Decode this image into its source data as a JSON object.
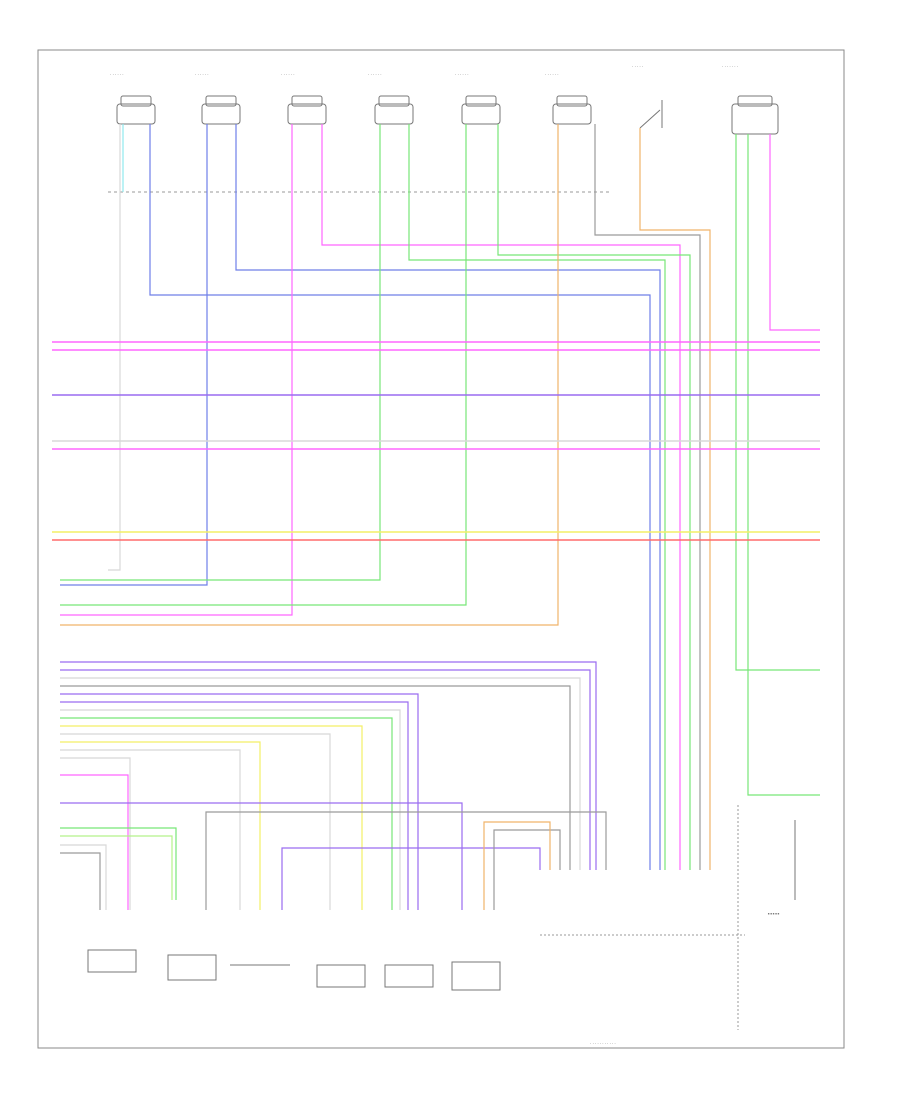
{
  "diagram": {
    "footer_left": "",
    "footer_module": "",
    "top_components": [
      {
        "id": "c1",
        "label": ""
      },
      {
        "id": "c2",
        "label": ""
      },
      {
        "id": "c3",
        "label": ""
      },
      {
        "id": "c4",
        "label": ""
      },
      {
        "id": "c5",
        "label": ""
      },
      {
        "id": "c6",
        "label": ""
      },
      {
        "id": "c7",
        "label": ""
      },
      {
        "id": "c8",
        "label": ""
      }
    ],
    "bottom_components": [
      {
        "id": "b1",
        "label": ""
      },
      {
        "id": "b2",
        "label": ""
      },
      {
        "id": "b3",
        "label": ""
      },
      {
        "id": "b4",
        "label": ""
      },
      {
        "id": "b5",
        "label": ""
      },
      {
        "id": "b6",
        "label": ""
      }
    ],
    "wire_colors": {
      "white": "#d8d8d8",
      "cyan": "#8ee8ee",
      "blue": "#6f7fe8",
      "violet": "#9a6cf0",
      "magenta": "#ff66ff",
      "green": "#77e677",
      "gray": "#9b9b9b",
      "orange": "#f1b36a",
      "yellow": "#f3ef66",
      "red": "#ff6b6b",
      "lightgreen": "#b4f28a"
    }
  }
}
